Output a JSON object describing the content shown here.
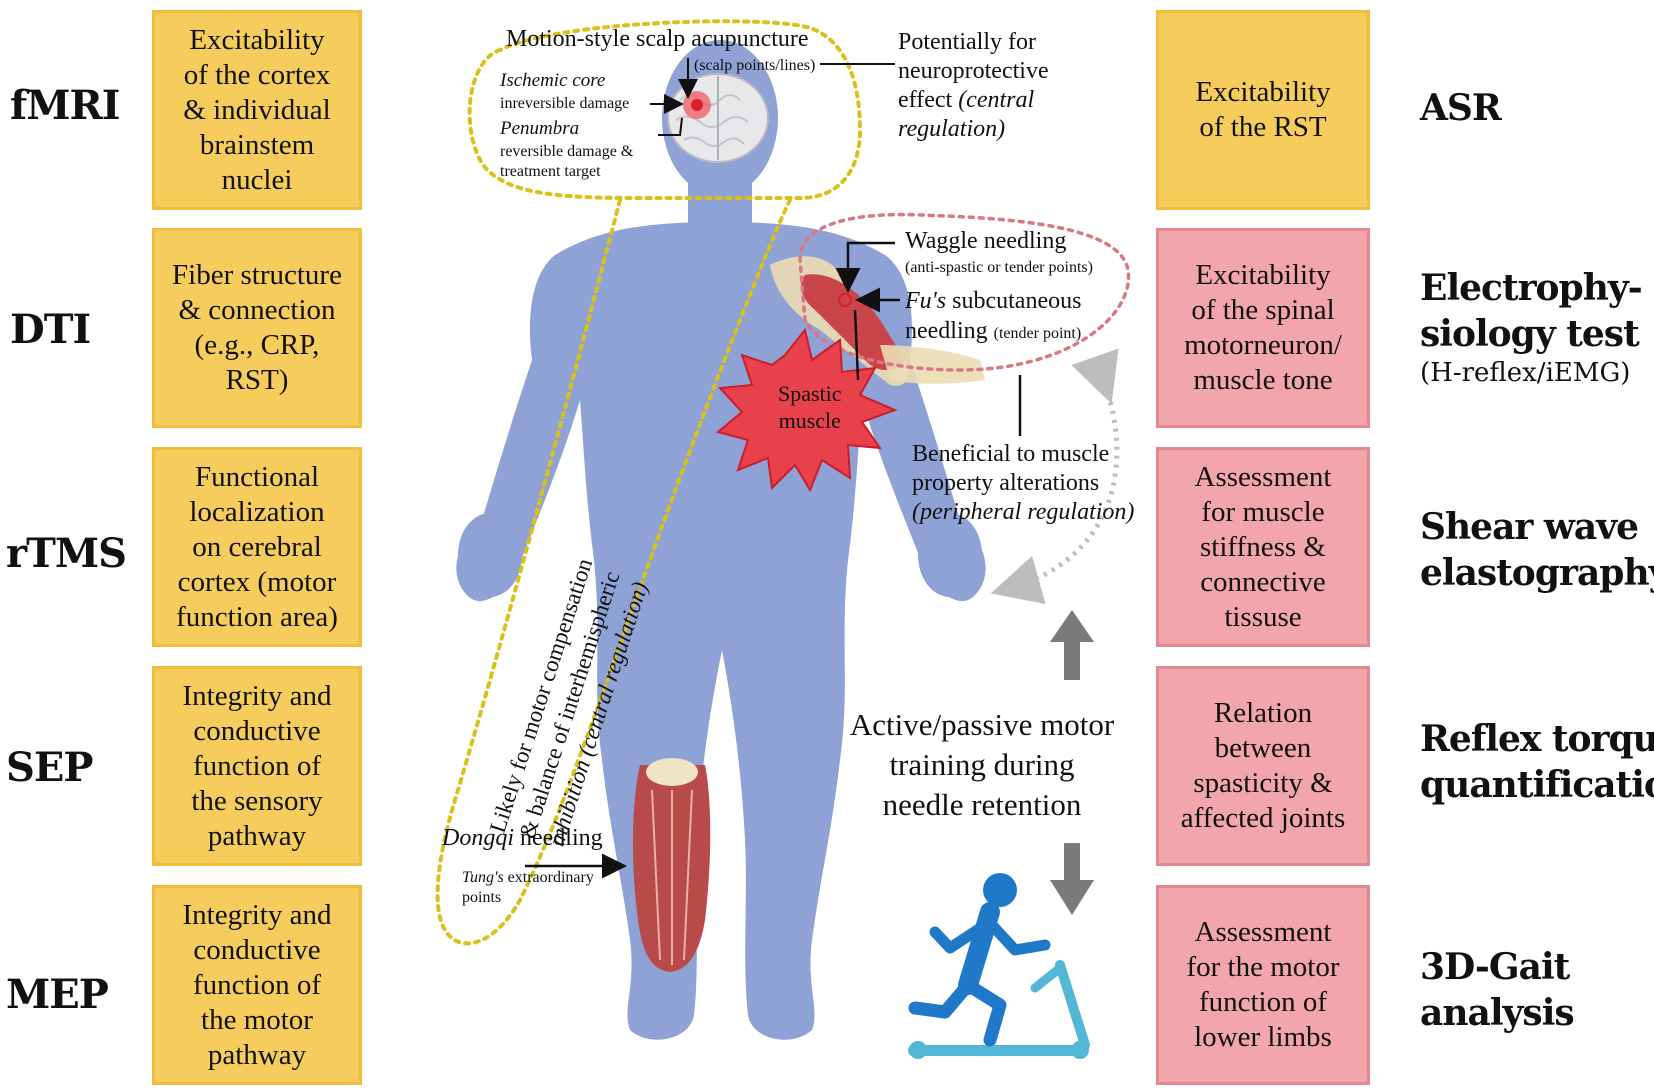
{
  "left": [
    {
      "abbr": "fMRI",
      "lines": [
        "Excitability",
        "of the cortex",
        "& individual",
        "brainstem",
        "nuclei"
      ]
    },
    {
      "abbr": "DTI",
      "lines": [
        "Fiber structure",
        "& connection",
        "(e.g., CRP,",
        "RST)"
      ]
    },
    {
      "abbr": "rTMS",
      "lines": [
        "Functional",
        "localization",
        "on cerebral",
        "cortex (motor",
        "function area)"
      ]
    },
    {
      "abbr": "SEP",
      "lines": [
        "Integrity and",
        "conductive",
        "function of",
        "the sensory",
        "pathway"
      ]
    },
    {
      "abbr": "MEP",
      "lines": [
        "Integrity and",
        "conductive",
        "function of",
        "the motor",
        "pathway"
      ]
    }
  ],
  "right": [
    {
      "lines": [
        "Excitability",
        "of the RST"
      ],
      "label": [
        "ASR"
      ],
      "sub": ""
    },
    {
      "lines": [
        "Excitability",
        "of the spinal",
        "motorneuron/",
        "muscle tone"
      ],
      "label": [
        "Electrophy-",
        "siology test"
      ],
      "sub": "(H-reflex/iEMG)"
    },
    {
      "lines": [
        "Assessment",
        "for muscle",
        "stiffness &",
        "connective",
        "tissuse"
      ],
      "label": [
        "Shear wave",
        "elastography"
      ],
      "sub": ""
    },
    {
      "lines": [
        "Relation",
        "between",
        "spasticity &",
        "affected joints"
      ],
      "label": [
        "Reflex torque",
        "quantification"
      ],
      "sub": ""
    },
    {
      "lines": [
        "Assessment",
        "for the motor",
        "function of",
        "lower limbs"
      ],
      "label": [
        "3D-Gait",
        "analysis"
      ],
      "sub": ""
    }
  ],
  "center": {
    "scalp_title": "Motion-style scalp acupuncture",
    "scalp_sub": "(scalp points/lines)",
    "ischemic_core": "Ischemic core",
    "ischemic_desc": "inreversible damage",
    "penumbra": "Penumbra",
    "penumbra_desc_1": "reversible damage &",
    "penumbra_desc_2": "treatment target",
    "neuro_1": "Potentially for",
    "neuro_2": "neuroprotective",
    "neuro_3a": "effect ",
    "neuro_3b": "(central",
    "neuro_4": "regulation)",
    "waggle": "Waggle needling",
    "waggle_sub": "(anti-spastic or tender points)",
    "fus_a": "Fu's",
    "fus_b": " subcutaneous",
    "fus_2": "needling ",
    "fus_sub": "(tender point)",
    "spastic_1": "Spastic",
    "spastic_2": "muscle",
    "beneficial_1": "Beneficial to muscle",
    "beneficial_2": "property alterations",
    "beneficial_3": "(peripheral regulation)",
    "diag_1": "Likely for motor compensation",
    "diag_2": "& balance of interhemispheric",
    "diag_3": "inhibition (central regulation)",
    "dongqi_a": "Dongqi",
    "dongqi_b": " needling",
    "tung_a": "Tung's",
    "tung_b": " extraordinary",
    "tung_2": "points",
    "training_1": "Active/passive motor",
    "training_2": "training during",
    "training_3": "needle retention"
  },
  "colors": {
    "yellow_fill": "#f6cd5c",
    "pink_fill": "#f2a5ab",
    "body": "#8ea2d6",
    "dotted_yellow": "#d9c11a",
    "dotted_pink": "#d87882",
    "spastic": "#e8414b",
    "runner": "#1f78c8",
    "treadmill": "#52b7d6"
  },
  "icons": [
    "brain-icon",
    "spastic-starburst-icon",
    "runner-on-treadmill-icon",
    "up-arrow-icon",
    "down-arrow-icon"
  ]
}
